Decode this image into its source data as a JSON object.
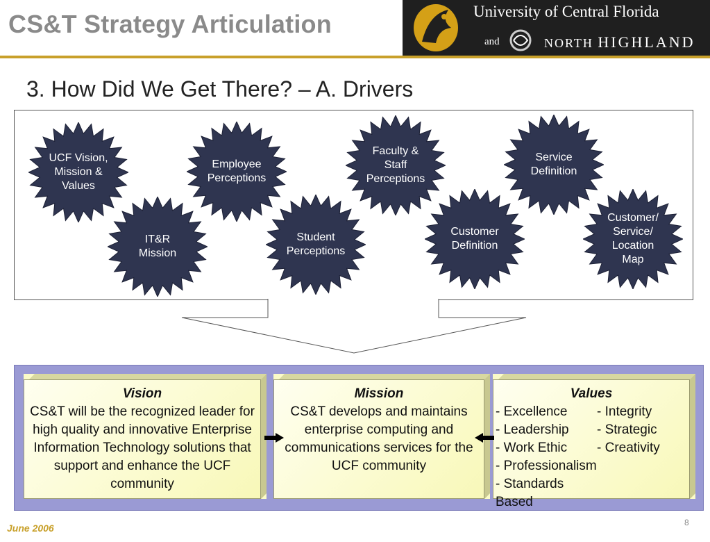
{
  "header": {
    "title": "CS&T Strategy Articulation",
    "logo": {
      "university": "University of Central Florida",
      "and": "and",
      "north": "NORTH",
      "highland": "HIGHLAND"
    }
  },
  "subtitle": "3. How Did We Get There? – A. Drivers",
  "drivers": [
    {
      "label": "UCF Vision,\nMission &\nValues"
    },
    {
      "label": "IT&R\nMission"
    },
    {
      "label": "Employee\nPerceptions"
    },
    {
      "label": "Student\nPerceptions"
    },
    {
      "label": "Faculty &\nStaff\nPerceptions"
    },
    {
      "label": "Customer\nDefinition"
    },
    {
      "label": "Service\nDefinition"
    },
    {
      "label": "Customer/\nService/\nLocation\nMap"
    }
  ],
  "vision": {
    "heading": "Vision",
    "body": "CS&T will be the recognized leader for high quality and innovative Enterprise Information Technology solutions that support and enhance the UCF community"
  },
  "mission": {
    "heading": "Mission",
    "body": "CS&T develops and maintains enterprise computing and communications services for the UCF community"
  },
  "values": {
    "heading": "Values",
    "rows": [
      [
        "- Excellence",
        "- Integrity"
      ],
      [
        "- Leadership",
        "- Strategic"
      ],
      [
        "- Work Ethic",
        "- Creativity"
      ],
      [
        "- Professionalism",
        ""
      ],
      [
        "- Standards Based",
        ""
      ]
    ]
  },
  "footer": {
    "date": "June 2006",
    "page": "8"
  },
  "colors": {
    "burst": "#2f3550",
    "panel": "#9a9ad4",
    "card": "#fbfbc8",
    "title": "#8a8a8a",
    "gold": "#c8a02a"
  }
}
